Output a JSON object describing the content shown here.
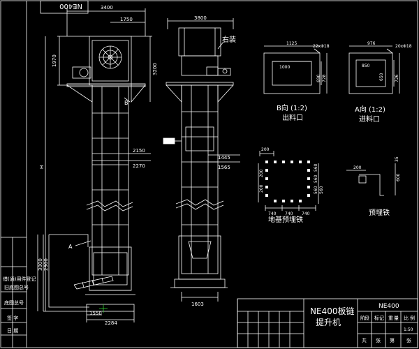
{
  "stamp": {
    "text": "NE400"
  },
  "front_view": {
    "dims": {
      "top_width": "3400",
      "right_width": "1750",
      "left_height": "1970",
      "right_height": "3200",
      "mid_width_1": "2150",
      "mid_width_2": "2270",
      "overall_height": "H",
      "base_height_1": "3000",
      "base_height_2": "2900",
      "bottom_width_1": "1550",
      "bottom_width_2": "2284"
    },
    "labels": {
      "view_b": "B",
      "view_a": "A"
    }
  },
  "side_view": {
    "dims": {
      "top_width": "3800",
      "right_dim_1": "1445",
      "right_dim_2": "1565",
      "bottom_width": "1603"
    },
    "labels": {
      "right_mount": "右装"
    }
  },
  "detail_b": {
    "dims": {
      "top": "1125",
      "bolts": "22xΦ18",
      "inner_width": "1000",
      "inner_height": "690",
      "outer_height": "728"
    },
    "caption_1": "B向 (1:2)",
    "caption_2": "出料口"
  },
  "detail_a": {
    "dims": {
      "top": "976",
      "bolts": "20xΦ18",
      "inner_width": "850",
      "inner_height": "650",
      "outer_height": "726"
    },
    "caption_1": "A向 (1:2)",
    "caption_2": "进料口"
  },
  "foundation": {
    "dims": {
      "top": "200",
      "left_1": "200",
      "left_2": "200",
      "right_1": "560",
      "right_2": "560",
      "right_3": "560",
      "right_4": "560",
      "bottom_1": "740",
      "bottom_2": "740",
      "bottom_3": "740"
    },
    "caption": "地基预埋铁"
  },
  "embedded_iron": {
    "dims": {
      "top": "200",
      "right": "35",
      "height": "600"
    },
    "caption": "预埋铁"
  },
  "left_strip": {
    "line_1": "借(通)用件登记",
    "line_2": "旧底图总号",
    "line_3": "底图总号",
    "line_4": "签 字",
    "line_5": "日 期"
  },
  "title_block": {
    "title_1": "NE400板链",
    "title_2": "提升机",
    "drawing_no": "NE400",
    "cells_row_1": [
      "阶",
      "段",
      "标",
      "记",
      "重",
      "量",
      "比",
      "例"
    ],
    "scale": "1:50",
    "cells_row_2": [
      "共",
      "张",
      "第",
      "张"
    ]
  }
}
